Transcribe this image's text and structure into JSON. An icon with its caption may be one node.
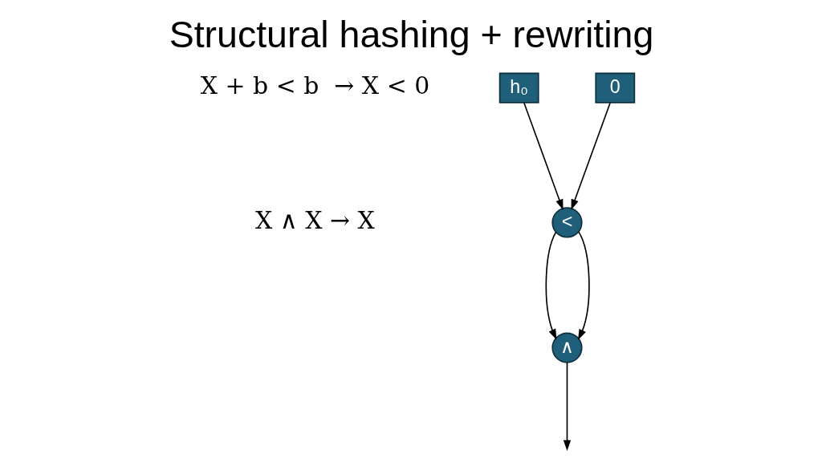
{
  "diagram": {
    "title": "Structural hashing + rewriting",
    "nodes": [
      {
        "text": [
          "h₀"
        ]
      },
      {
        "text": [
          "0"
        ]
      },
      {
        "text": [
          "<"
        ]
      },
      {
        "text": [
          "∧"
        ]
      }
    ],
    "edges": [
      {
        "from": 0,
        "to": 2,
        "arrow": "to"
      },
      {
        "from": 1,
        "to": 2,
        "arrow": "to"
      },
      {
        "from": 2,
        "to": 3,
        "arrow": "to"
      },
      {
        "from": 2,
        "to": 3,
        "arrow": "to"
      },
      {
        "from": 3,
        "to": null,
        "arrow": "to"
      }
    ],
    "labels": [
      "X + b < b  → X < 0",
      "X ∧ X → X"
    ]
  }
}
